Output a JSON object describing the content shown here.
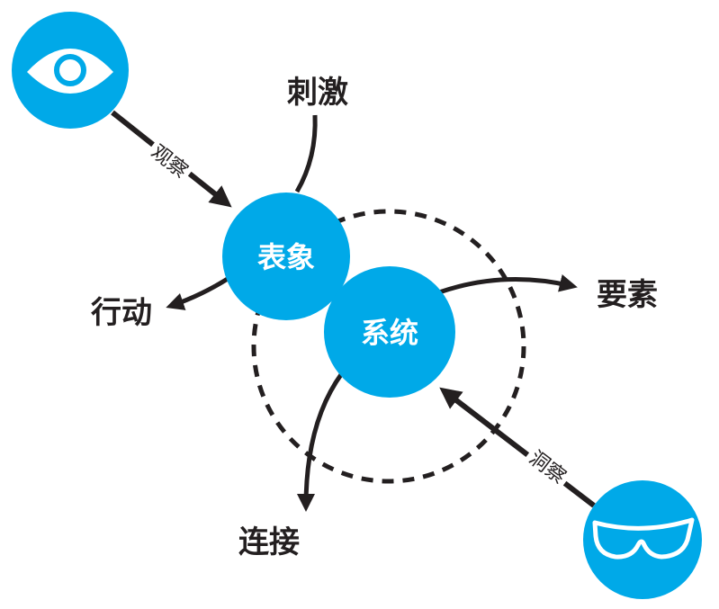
{
  "colors": {
    "accent": "#00a9e8",
    "ink": "#231f20"
  },
  "icons": {
    "observer": "eye-icon",
    "insight": "goggles-icon"
  },
  "nodes": {
    "appearance": "表象",
    "system": "系统"
  },
  "labels": {
    "stimulus": "刺激",
    "action": "行动",
    "elements": "要素",
    "connections": "连接"
  },
  "edges": {
    "observe": "观察",
    "insight": "洞察"
  }
}
